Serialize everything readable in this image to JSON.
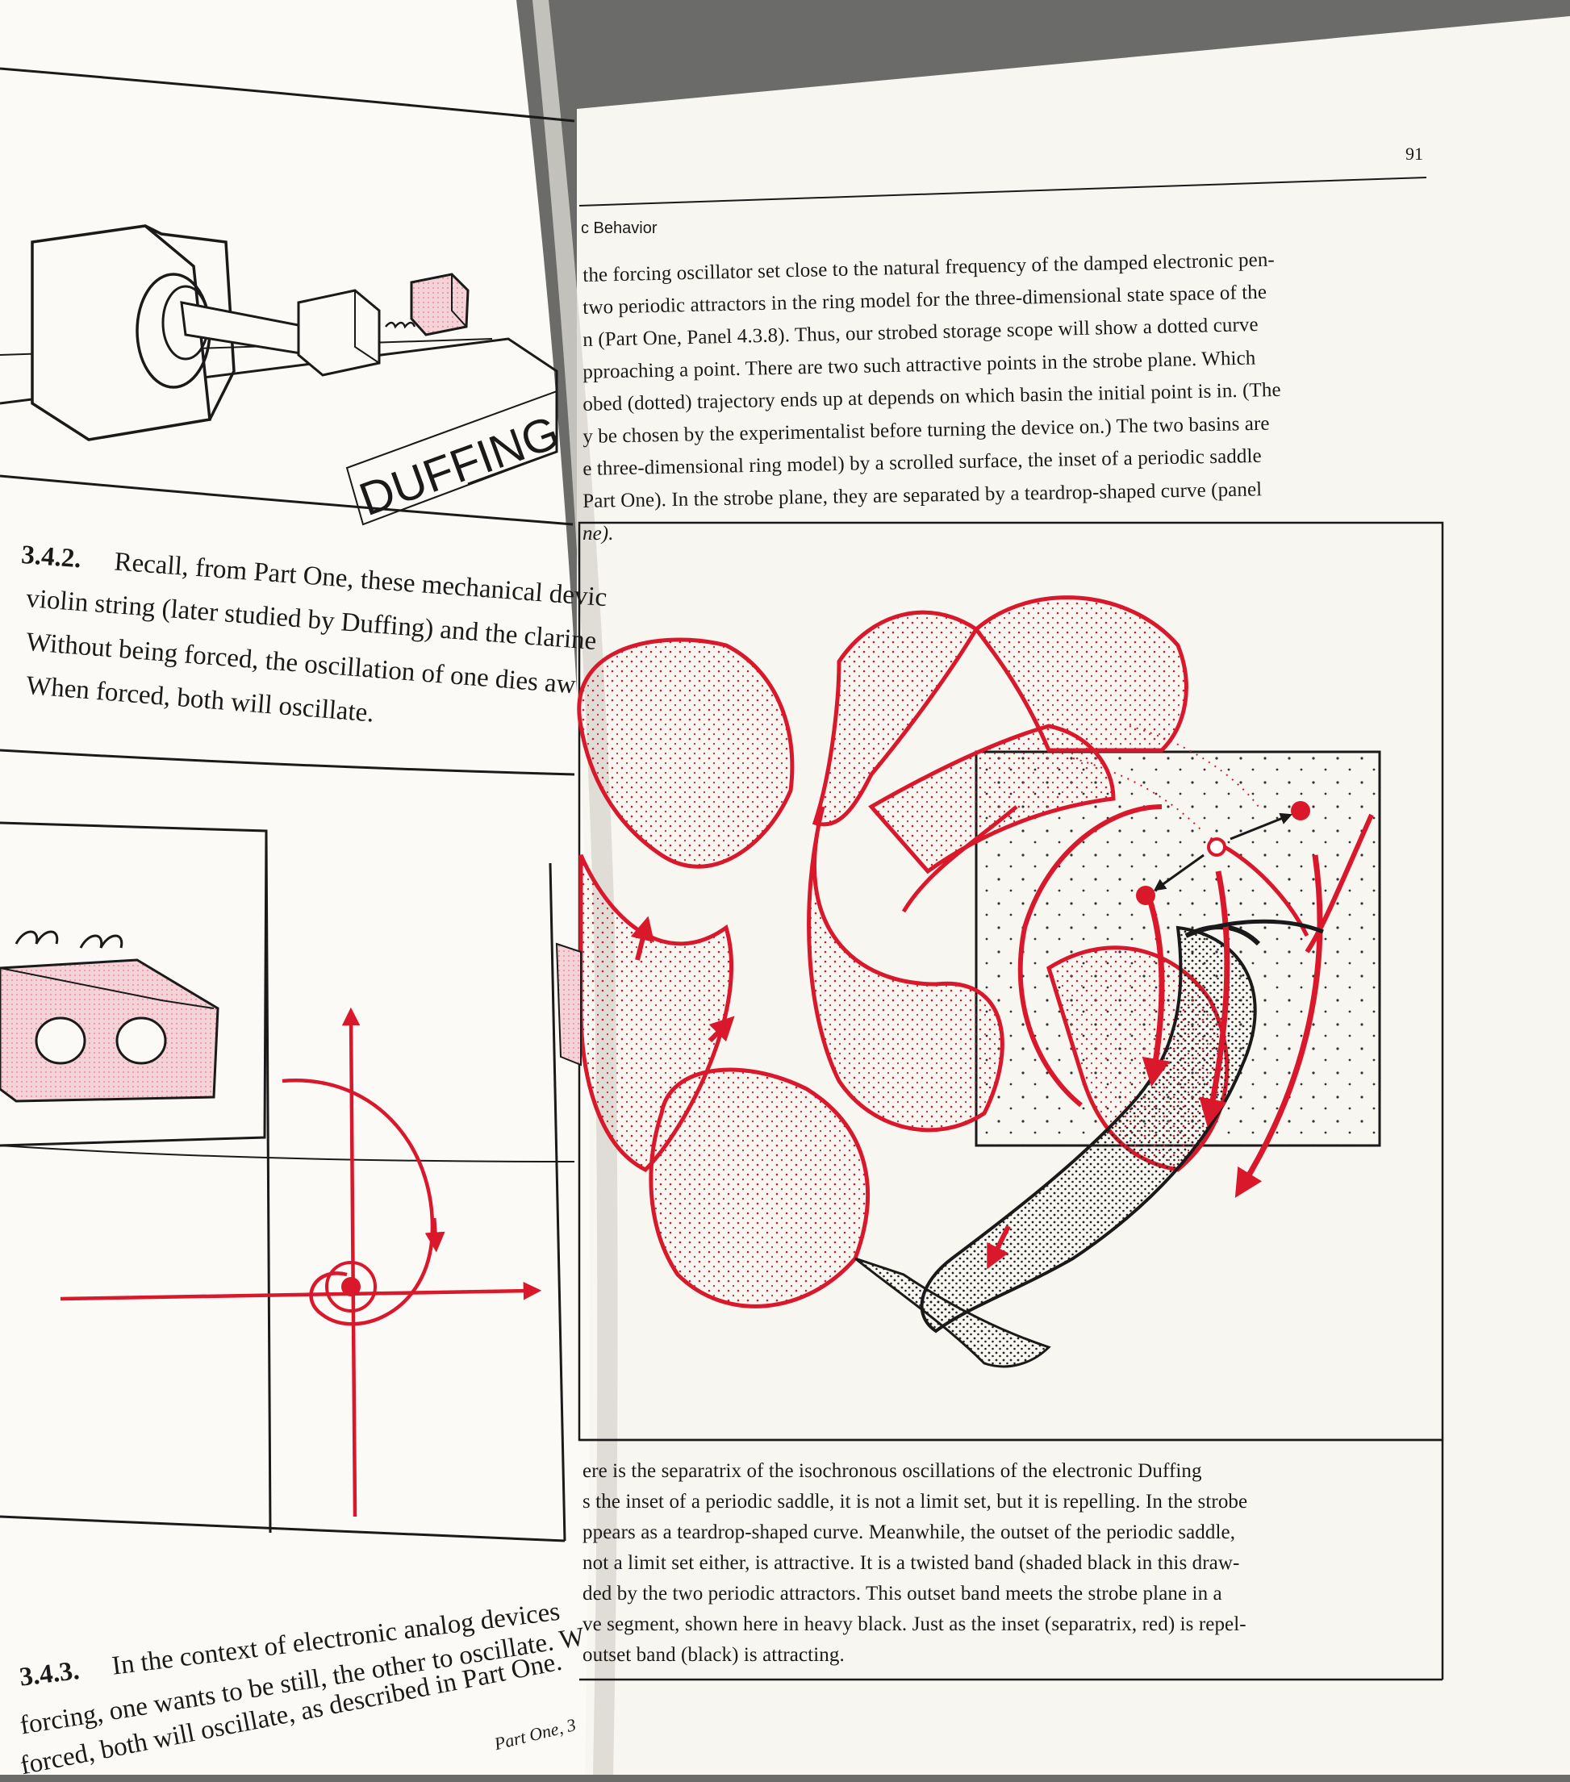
{
  "right_page": {
    "page_number": "91",
    "running_head": "c Behavior",
    "intro_lines": [
      "the forcing oscillator set close to the natural frequency of the damped electronic pen-",
      "two periodic attractors in the ring model for the three-dimensional state space of the",
      "n (Part One, Panel 4.3.8). Thus, our strobed storage scope will show a dotted curve",
      "pproaching a point. There are two such attractive points in the strobe plane. Which",
      "obed (dotted) trajectory ends up at depends on which basin the initial point is in. (The",
      "y be chosen by the experimentalist before turning the device on.) The two basins are",
      "e three-dimensional ring model) by a scrolled surface, the inset of a periodic saddle",
      "Part One). In the strobe plane, they are separated by a teardrop-shaped curve (panel",
      "ne)."
    ],
    "caption_lines": [
      "ere is the separatrix of the isochronous oscillations of the electronic Duffing",
      "s the inset of a periodic saddle, it is not a limit set, but it is repelling. In the strobe",
      "ppears as a teardrop-shaped curve. Meanwhile, the outset of the periodic saddle,",
      "not a limit set either, is attractive. It is a twisted band (shaded black in this draw-",
      "ded by the two periodic attractors. This outset band meets the strobe plane in a",
      "ve segment, shown here in heavy black. Just as the inset (separatrix, red) is repel-",
      "outset band (black) is attracting."
    ]
  },
  "left_page": {
    "duffing_label": "DUFFING",
    "s342_number": "3.4.2.",
    "s342_lines": [
      "Recall, from Part One, these mechanical devic",
      "violin string (later studied by Duffing) and the clarine",
      "Without being forced, the oscillation of one dies aw",
      "When forced, both will oscillate."
    ],
    "s343_number": "3.4.3.",
    "s343_lines": [
      "In the context of electronic analog devices",
      "forcing, one wants to be still, the other to oscillate. W",
      "forced, both will oscillate, as described in Part One."
    ],
    "footer_fragment": "Part One, 3"
  },
  "colors": {
    "ink_red": "#d9192b",
    "ink_black": "#1a1a1a",
    "pink_fill": "#f0c8cd",
    "paper": "#faf9f4",
    "background": "#6b6b69"
  }
}
